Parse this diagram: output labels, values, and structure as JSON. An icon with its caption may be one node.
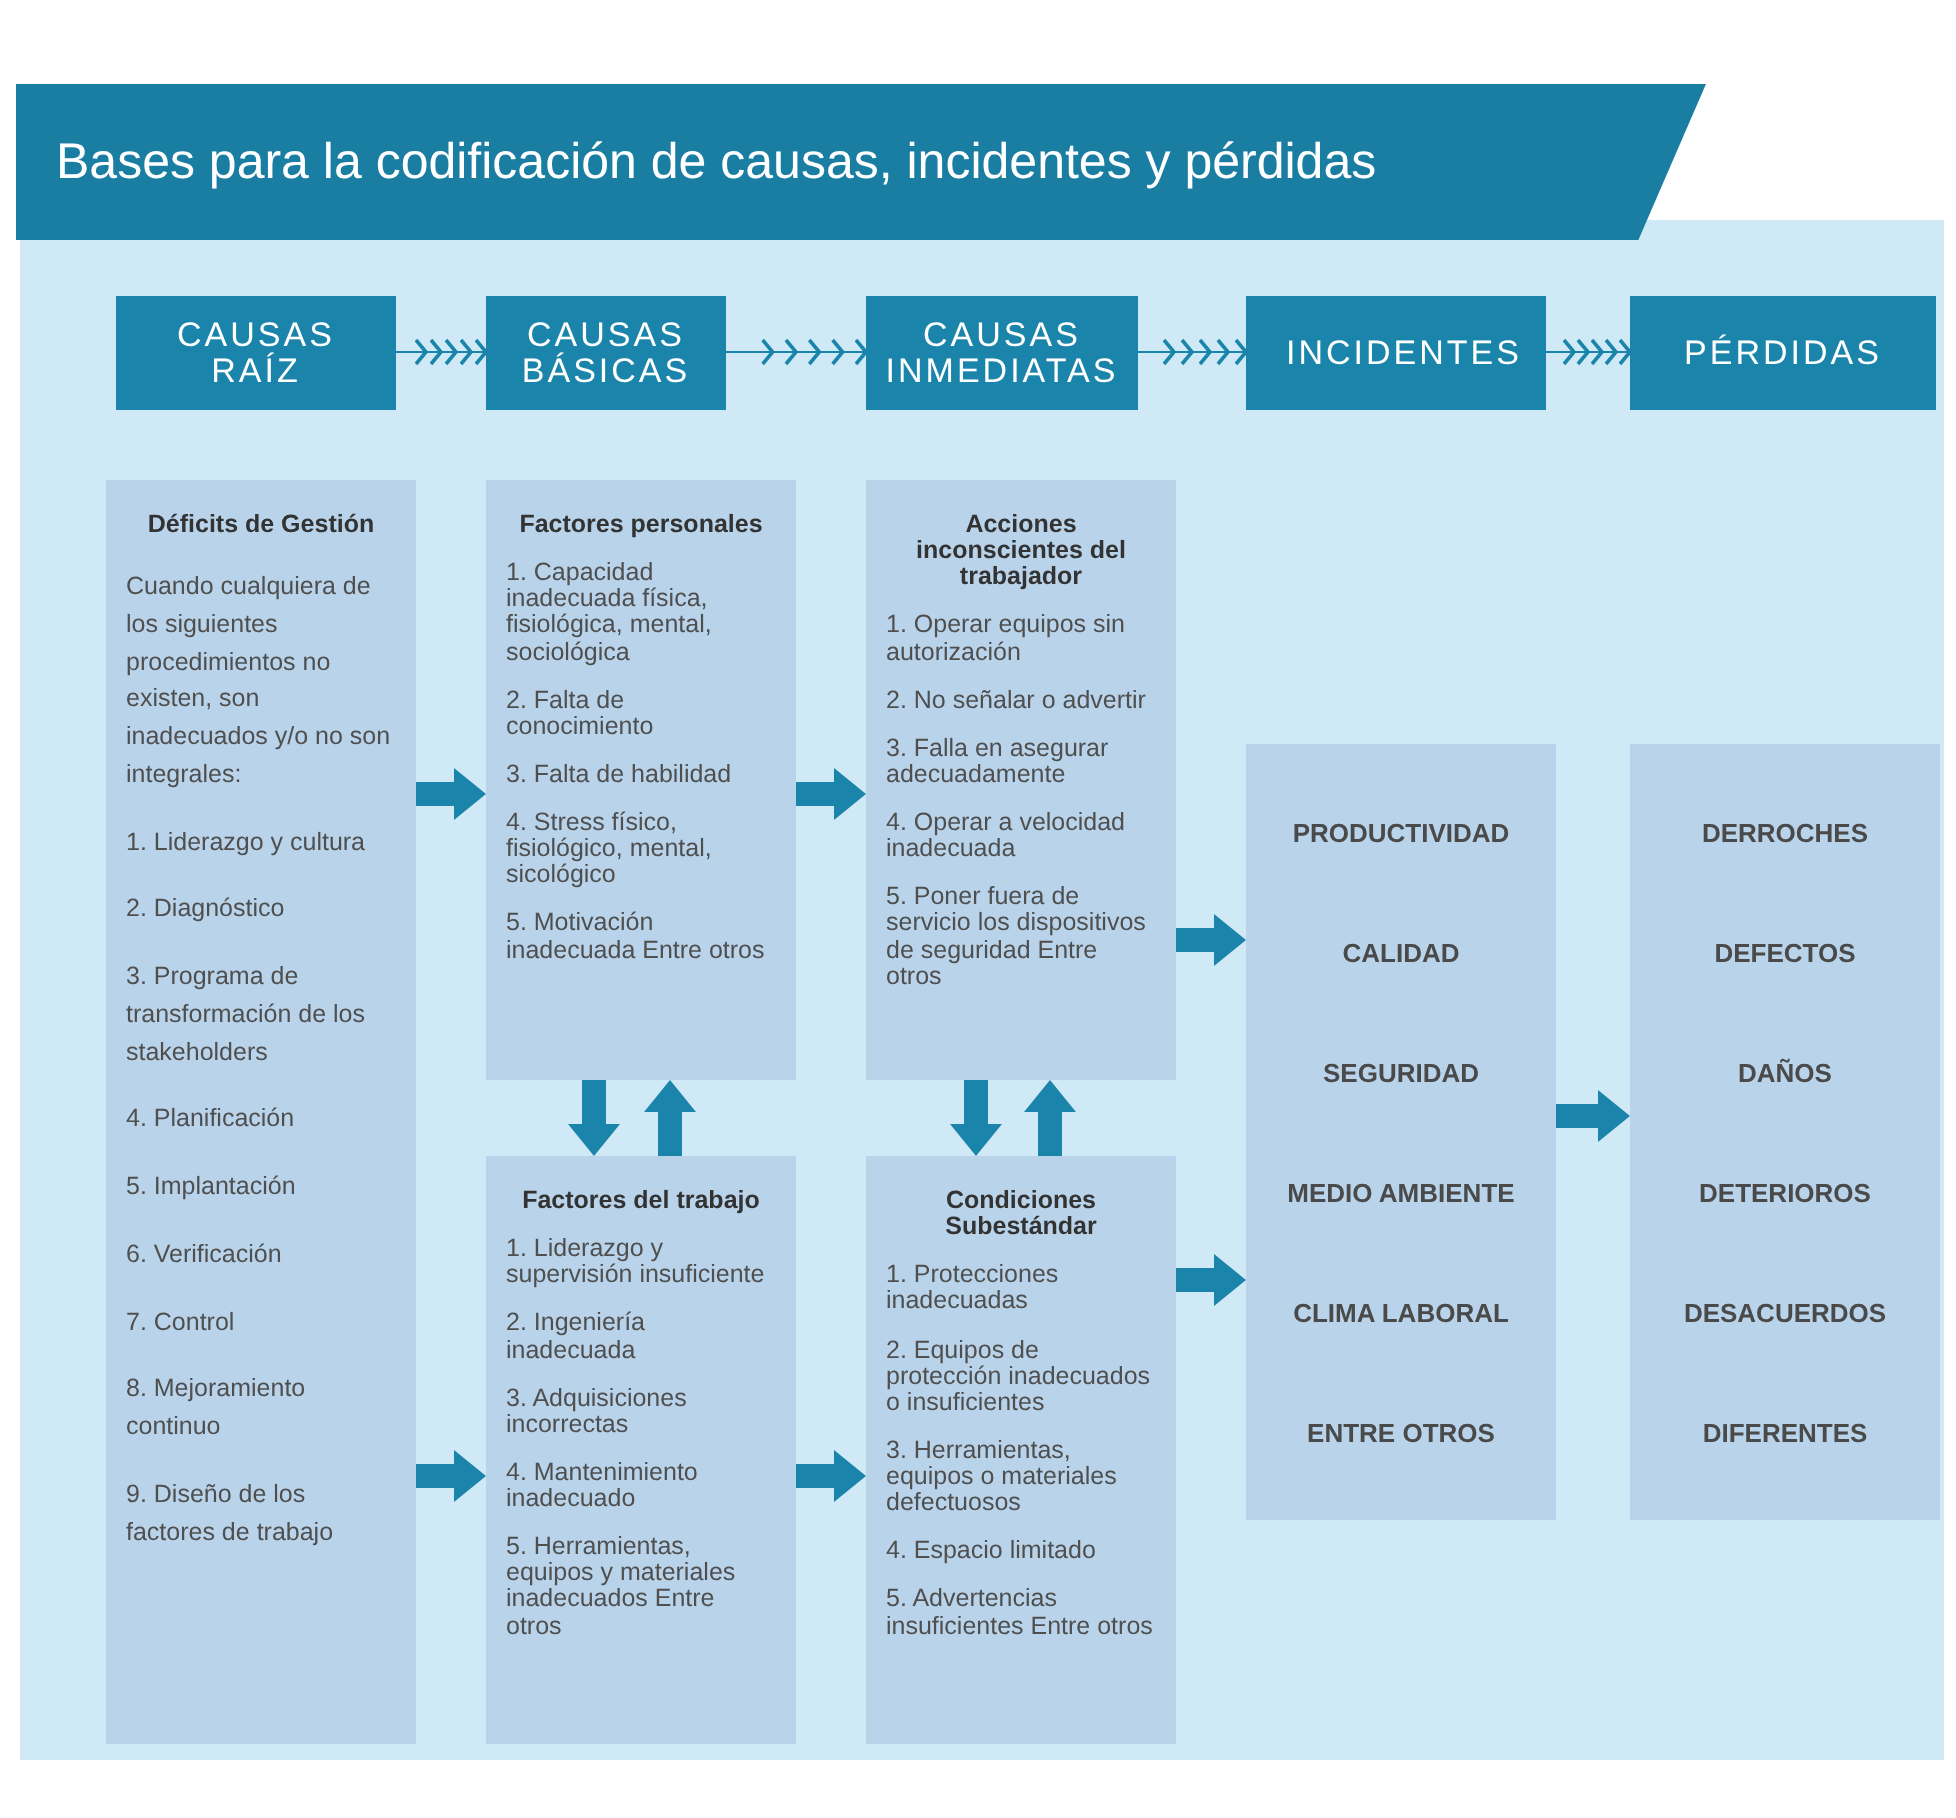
{
  "diagram": {
    "title": "Bases para la codificación de causas, incidentes y pérdidas",
    "nodes": [
      {
        "text": [
          "CAUSAS RAÍZ"
        ]
      },
      {
        "text": [
          "CAUSAS BÁSICAS"
        ]
      },
      {
        "text": [
          "CAUSAS INMEDIATAS"
        ]
      },
      {
        "text": [
          "INCIDENTES"
        ]
      },
      {
        "text": [
          "PÉRDIDAS"
        ]
      },
      {
        "text": [
          "Déficits de Gestión",
          "Cuando cualquiera de los siguientes procedimientos no existen, son inadecuados y/o no son integrales:",
          "1. Liderazgo y cultura",
          "2. Diagnóstico",
          "3. Programa de transformación de los stakeholders",
          "4. Planificación",
          "5. Implantación",
          "6. Verificación",
          "7. Control",
          "8. Mejoramiento continuo",
          "9. Diseño de los factores de trabajo"
        ]
      },
      {
        "text": [
          "Factores personales",
          "1. Capacidad inadecuada física, fisiológica, mental, sociológica",
          "2. Falta de conocimiento",
          "3. Falta de habilidad",
          "4. Stress físico, fisiológico, mental, sicológico",
          "5. Motivación inadecuada Entre otros"
        ]
      },
      {
        "text": [
          "Factores del trabajo",
          "1. Liderazgo y supervisión insuficiente",
          "2. Ingeniería inadecuada",
          "3. Adquisiciones incorrectas",
          "4. Mantenimiento inadecuado",
          "5. Herramientas, equipos y materiales inadecuados Entre otros"
        ]
      },
      {
        "text": [
          "Acciones inconscientes del trabajador",
          "1. Operar equipos sin autorización",
          "2. No señalar o advertir",
          "3. Falla en asegurar adecuadamente",
          "4. Operar a velocidad inadecuada",
          "5. Poner fuera de servicio los dispositivos de seguridad Entre otros"
        ]
      },
      {
        "text": [
          "Condiciones Subestándar",
          "1. Protecciones inadecuadas",
          "2. Equipos de protección inadecuados o insuficientes",
          "3. Herramientas, equipos o materiales defectuosos",
          "4. Espacio limitado",
          "5. Advertencias insuficientes Entre otros"
        ]
      },
      {
        "text": [
          "PRODUCTIVIDAD",
          "CALIDAD",
          "SEGURIDAD",
          "MEDIO AMBIENTE",
          "CLIMA LABORAL",
          "ENTRE OTROS"
        ]
      },
      {
        "text": [
          "DERROCHES",
          "DEFECTOS",
          "DAÑOS",
          "DETERIOROS",
          "DESACUERDOS",
          "DIFERENTES"
        ]
      }
    ],
    "edges": [
      {
        "from": 0,
        "to": 1,
        "arrow": "to"
      },
      {
        "from": 1,
        "to": 2,
        "arrow": "to"
      },
      {
        "from": 2,
        "to": 3,
        "arrow": "to"
      },
      {
        "from": 3,
        "to": 4,
        "arrow": "to"
      },
      {
        "from": 5,
        "to": 6,
        "arrow": "to"
      },
      {
        "from": 5,
        "to": 7,
        "arrow": "to"
      },
      {
        "from": 6,
        "to": 8,
        "arrow": "to"
      },
      {
        "from": 7,
        "to": 9,
        "arrow": "to"
      },
      {
        "from": 6,
        "to": 7,
        "arrow": "to"
      },
      {
        "from": 7,
        "to": 6,
        "arrow": "to"
      },
      {
        "from": 8,
        "to": 9,
        "arrow": "to"
      },
      {
        "from": 9,
        "to": 8,
        "arrow": "to"
      },
      {
        "from": 8,
        "to": 10,
        "arrow": "to"
      },
      {
        "from": 9,
        "to": 10,
        "arrow": "to"
      },
      {
        "from": 10,
        "to": 11,
        "arrow": "to"
      }
    ]
  }
}
